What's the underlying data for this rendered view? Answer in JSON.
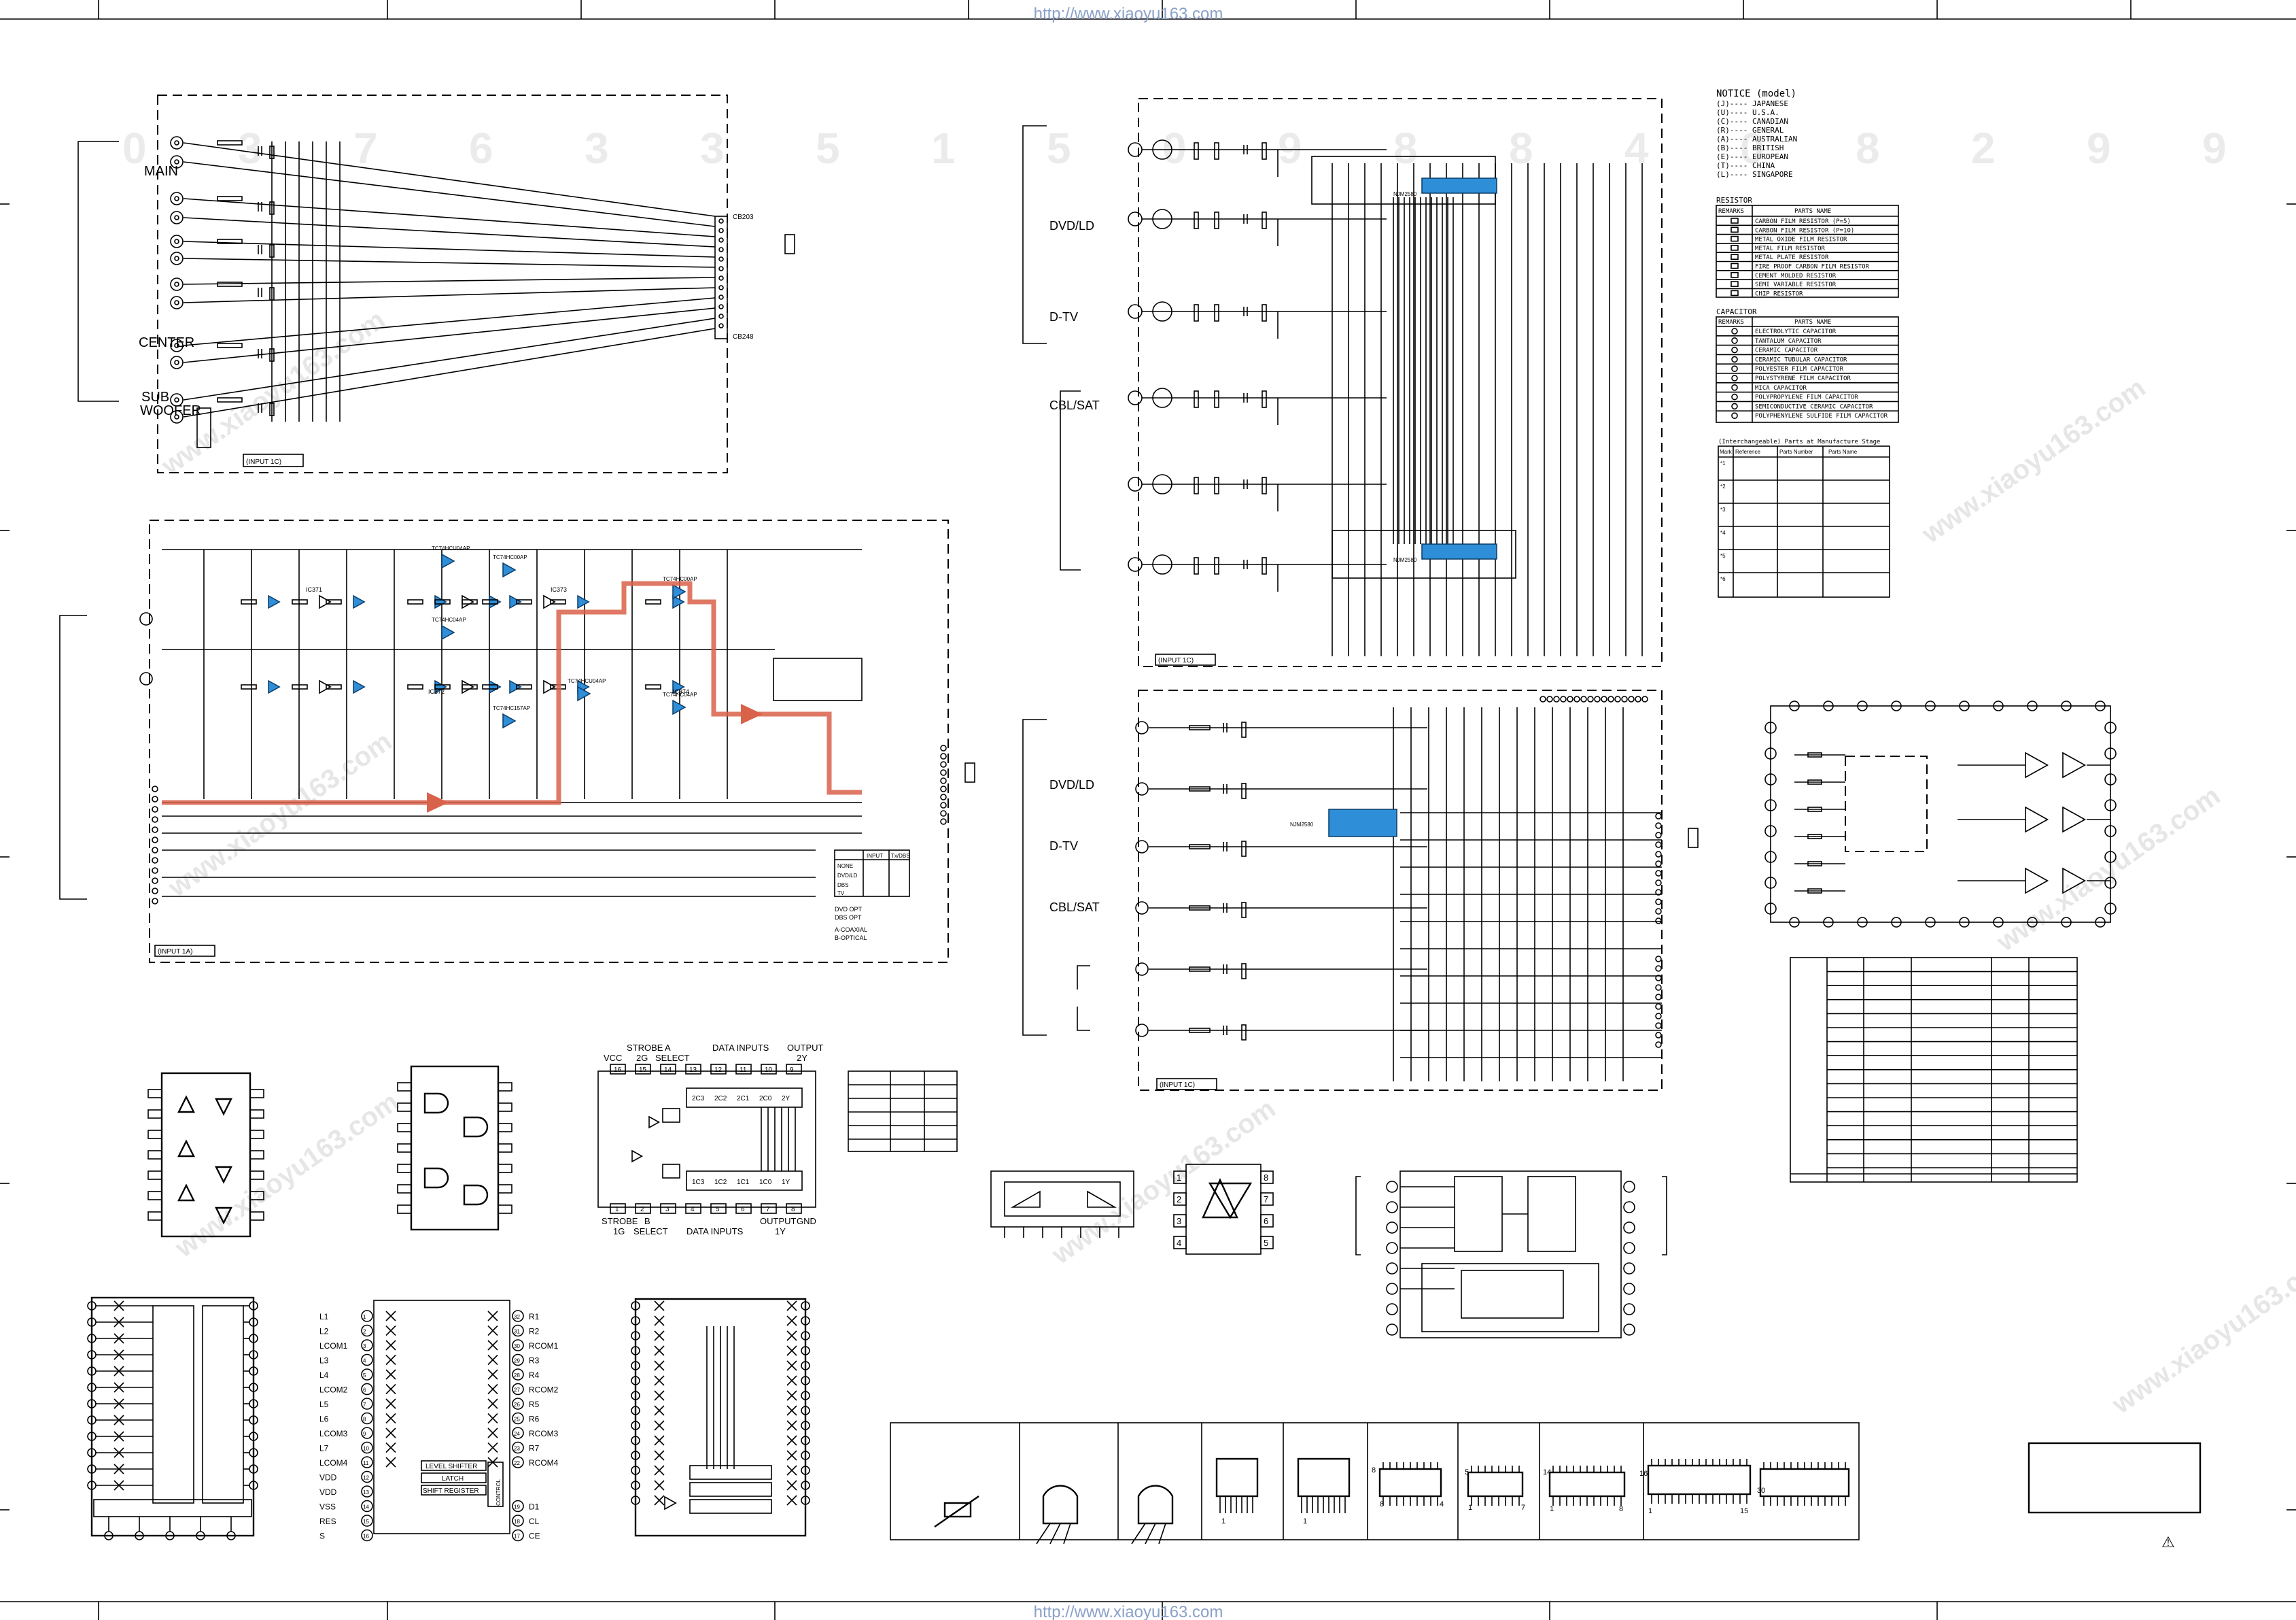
{
  "watermark": {
    "url_top": "http://www.xiaoyu163.com",
    "url_bottom": "http://www.xiaoyu163.com",
    "serial": [
      "0",
      "3",
      "7",
      "6",
      "3",
      "3",
      "5",
      "1",
      "5",
      "0",
      "9",
      "8",
      "8",
      "4",
      "0",
      "8",
      "2",
      "9",
      "9"
    ],
    "diag_text": "www.xiaoyu163.com"
  },
  "input_block_top": {
    "labels": [
      "MAIN",
      "CENTER",
      "SUB",
      "WOOFER"
    ],
    "board_label": "(INPUT 1C)",
    "conn_top": "CB203",
    "conn_bottom": "CB248"
  },
  "video_top": {
    "labels": [
      "DVD/LD",
      "D-TV",
      "CBL/SAT"
    ],
    "ic_label": "NJM2580",
    "board_label": "(INPUT 1C)"
  },
  "video_bottom": {
    "labels": [
      "DVD/LD",
      "D-TV",
      "CBL/SAT"
    ],
    "ic_label": "NJM2580",
    "board_label": "(INPUT 1C)"
  },
  "notice": {
    "title": "NOTICE (model)",
    "items": [
      "(J)---- JAPANESE",
      "(U)---- U.S.A.",
      "(C)---- CANADIAN",
      "(R)---- GENERAL",
      "(A)---- AUSTRALIAN",
      "(B)---- BRITISH",
      "(E)---- EUROPEAN",
      "(T)---- CHINA",
      "(L)---- SINGAPORE"
    ]
  },
  "resistor_table": {
    "title": "RESISTOR",
    "header": [
      "REMARKS",
      "PARTS NAME"
    ],
    "rows": [
      "CARBON FILM RESISTOR (P=5)",
      "CARBON FILM RESISTOR (P=10)",
      "METAL OXIDE FILM RESISTOR",
      "METAL FILM RESISTOR",
      "METAL PLATE RESISTOR",
      "FIRE PROOF CARBON FILM RESISTOR",
      "CEMENT MOLDED RESISTOR",
      "SEMI VARIABLE RESISTOR",
      "CHIP RESISTOR"
    ]
  },
  "capacitor_table": {
    "title": "CAPACITOR",
    "header": [
      "REMARKS",
      "PARTS NAME"
    ],
    "rows": [
      "ELECTROLYTIC CAPACITOR",
      "TANTALUM CAPACITOR",
      "CERAMIC CAPACITOR",
      "CERAMIC TUBULAR CAPACITOR",
      "POLYESTER FILM CAPACITOR",
      "POLYSTYRENE FILM CAPACITOR",
      "MICA CAPACITOR",
      "POLYPROPYLENE FILM CAPACITOR",
      "SEMICONDUCTIVE CERAMIC CAPACITOR",
      "POLYPHENYLENE SULFIDE FILM CAPACITOR"
    ]
  },
  "parts_table": {
    "title": "(Interchangeable) Parts at Manufacture Stage",
    "header": [
      "Mark",
      "Reference",
      "Parts Number",
      "Parts Name"
    ],
    "marks": [
      "*1",
      "*2",
      "*3",
      "*4",
      "*5",
      "*6"
    ]
  },
  "signal_board": {
    "ic_labels": [
      "TC74HCU04AP",
      "TC74HC00AP",
      "TC74HC04AP",
      "TC74HC157AP"
    ],
    "ic_names": [
      "IC371",
      "IC372",
      "IC373",
      "IC374"
    ],
    "board_label": "(INPUT 1A)",
    "mode_table_header": [
      "INPUT",
      "Tx/DBS"
    ],
    "mode_table_rows": [
      "NONE",
      "DVD/LD",
      "DBS",
      "TV"
    ],
    "notes": [
      "DVD OPT",
      "DBS OPT",
      "A-COAXIAL",
      "B-OPTICAL"
    ]
  },
  "ic_74157": {
    "top_labels": [
      "STROBE",
      "A",
      "DATA INPUTS",
      "OUTPUT"
    ],
    "top_labels2": [
      "VCC",
      "2G",
      "SELECT",
      "2Y"
    ],
    "top_pins": [
      "2C3",
      "2C2",
      "2C1",
      "2C0",
      "2Y"
    ],
    "bottom_pins": [
      "1C3",
      "1C2",
      "1C1",
      "1C0",
      "1Y"
    ],
    "bottom_labels": [
      "STROBE",
      "B",
      "DATA INPUTS",
      "OUTPUT",
      "GND"
    ],
    "bottom_labels2": [
      "1G",
      "SELECT",
      "1Y"
    ],
    "pin_numbers_top": [
      "16",
      "15",
      "14",
      "13",
      "12",
      "11",
      "10",
      "9"
    ],
    "pin_numbers_bottom": [
      "1",
      "2",
      "3",
      "4",
      "5",
      "6",
      "7",
      "8"
    ]
  },
  "ic_lcd": {
    "left_pins": [
      "L1",
      "L2",
      "LCOM1",
      "L3",
      "L4",
      "LCOM2",
      "L5",
      "L6",
      "LCOM3",
      "L7",
      "LCOM4",
      "VDD",
      "VDD",
      "VSS",
      "RES",
      "S"
    ],
    "left_nums": [
      "1",
      "2",
      "3",
      "4",
      "5",
      "6",
      "7",
      "8",
      "9",
      "10",
      "11",
      "12",
      "13",
      "14",
      "15",
      "16"
    ],
    "right_pins": [
      "R1",
      "R2",
      "RCOM1",
      "R3",
      "R4",
      "RCOM2",
      "R5",
      "R6",
      "RCOM3",
      "R7",
      "RCOM4",
      "",
      "",
      "D1",
      "CL",
      "CE"
    ],
    "right_nums": [
      "32",
      "31",
      "30",
      "29",
      "28",
      "27",
      "26",
      "25",
      "24",
      "23",
      "22",
      "",
      "",
      "19",
      "18",
      "17"
    ],
    "blocks": [
      "LEVEL SHIFTER",
      "LATCH",
      "SHIFT REGISTER",
      "CONTROL"
    ]
  },
  "ic_dual_opamp": {
    "pins_left": [
      "1",
      "2",
      "3",
      "4"
    ],
    "pins_right": [
      "8",
      "7",
      "6",
      "5"
    ]
  },
  "package_labels": [
    "1",
    "1",
    "8",
    "4",
    "1",
    "7",
    "1",
    "8",
    "1",
    "15"
  ],
  "package_labels_alt": [
    "8",
    "5",
    "14",
    "16",
    "30"
  ],
  "warning_mark": "⚠"
}
